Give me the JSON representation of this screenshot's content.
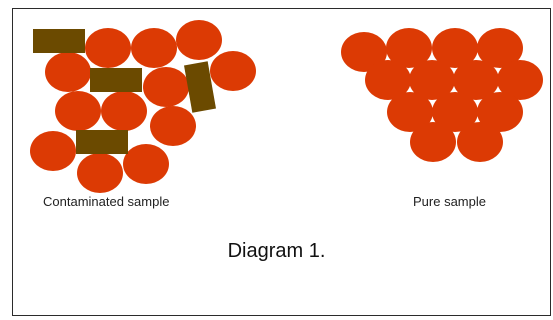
{
  "colors": {
    "particle": "#dc3a04",
    "contaminant": "#6b4a00",
    "border": "#2b2b2b"
  },
  "labels": {
    "contaminated": "Contaminated sample",
    "pure": "Pure sample",
    "figure": "Diagram 1."
  }
}
